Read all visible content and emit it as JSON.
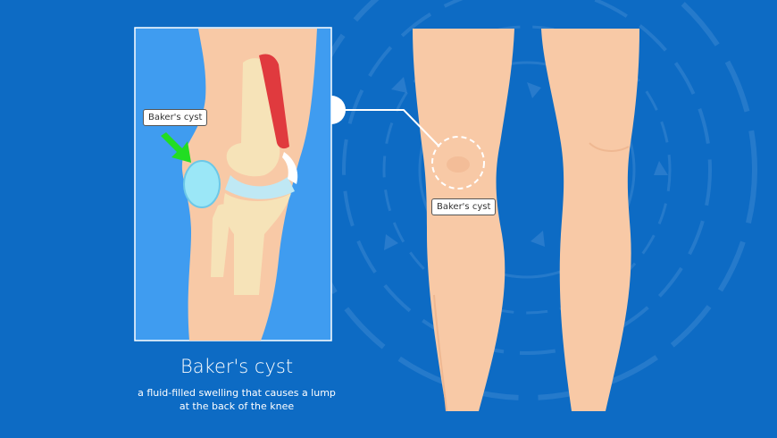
{
  "title": "Baker's cyst",
  "subtitle_line1": "a fluid-filled swelling that causes a lump",
  "subtitle_line2": "at the back of the knee",
  "labels": {
    "inset": "Baker's cyst",
    "leg": "Baker's cyst"
  },
  "colors": {
    "background": "#0d6bc4",
    "inset_background": "#3f9cf0",
    "skin": "#f8c9a6",
    "bone": "#f6e3b8",
    "cyst": "#9be7f7",
    "muscle": "#e03a3e",
    "arrow": "#22dd22"
  }
}
